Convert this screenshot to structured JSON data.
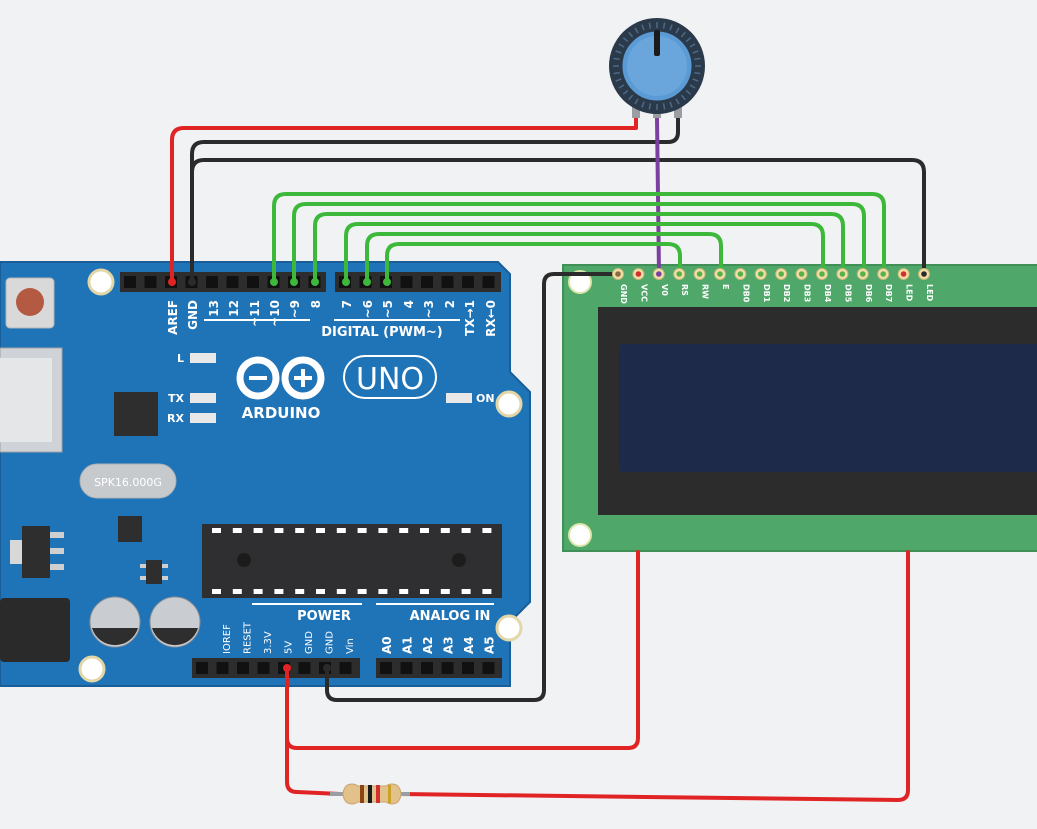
{
  "arduino": {
    "brand_label": "ARDUINO",
    "model_label": "UNO",
    "crystal_label": "SPK16.000G",
    "led_l_label": "L",
    "led_tx_label": "TX",
    "led_rx_label": "RX",
    "on_label": "ON",
    "digital_header_label": "DIGITAL (PWM~)",
    "power_header_label": "POWER",
    "analog_header_label": "ANALOG IN",
    "digital_pins": [
      "AREF",
      "GND",
      "13",
      "12",
      "~11",
      "~10",
      "~9",
      "8",
      "7",
      "~6",
      "~5",
      "4",
      "~3",
      "2",
      "TX→1",
      "RX←0"
    ],
    "power_pins": [
      "IOREF",
      "RESET",
      "3.3V",
      "5V",
      "GND",
      "GND",
      "Vin"
    ],
    "analog_pins": [
      "A0",
      "A1",
      "A2",
      "A3",
      "A4",
      "A5"
    ]
  },
  "lcd": {
    "pins": [
      "GND",
      "VCC",
      "V0",
      "RS",
      "RW",
      "E",
      "DB0",
      "DB1",
      "DB2",
      "DB3",
      "DB4",
      "DB5",
      "DB6",
      "DB7",
      "LED",
      "LED"
    ],
    "pin_colors": [
      "#8b6b44",
      "#d32f2f",
      "#7b3fa0",
      "#58b04a",
      "#58b04a",
      "#58b04a",
      "#58b04a",
      "#58b04a",
      "#58b04a",
      "#58b04a",
      "#58b04a",
      "#58b04a",
      "#58b04a",
      "#58b04a",
      "#d32f2f",
      "#2a2a2a"
    ],
    "board_color": "#4fa86a",
    "screen_color": "#1e2a4a"
  },
  "wire_colors": {
    "power": "#e02424",
    "ground": "#2b2b2b",
    "data": "#3db83a",
    "contrast": "#7b3fa0"
  },
  "components": {
    "potentiometer": "potentiometer",
    "resistor": "resistor"
  }
}
